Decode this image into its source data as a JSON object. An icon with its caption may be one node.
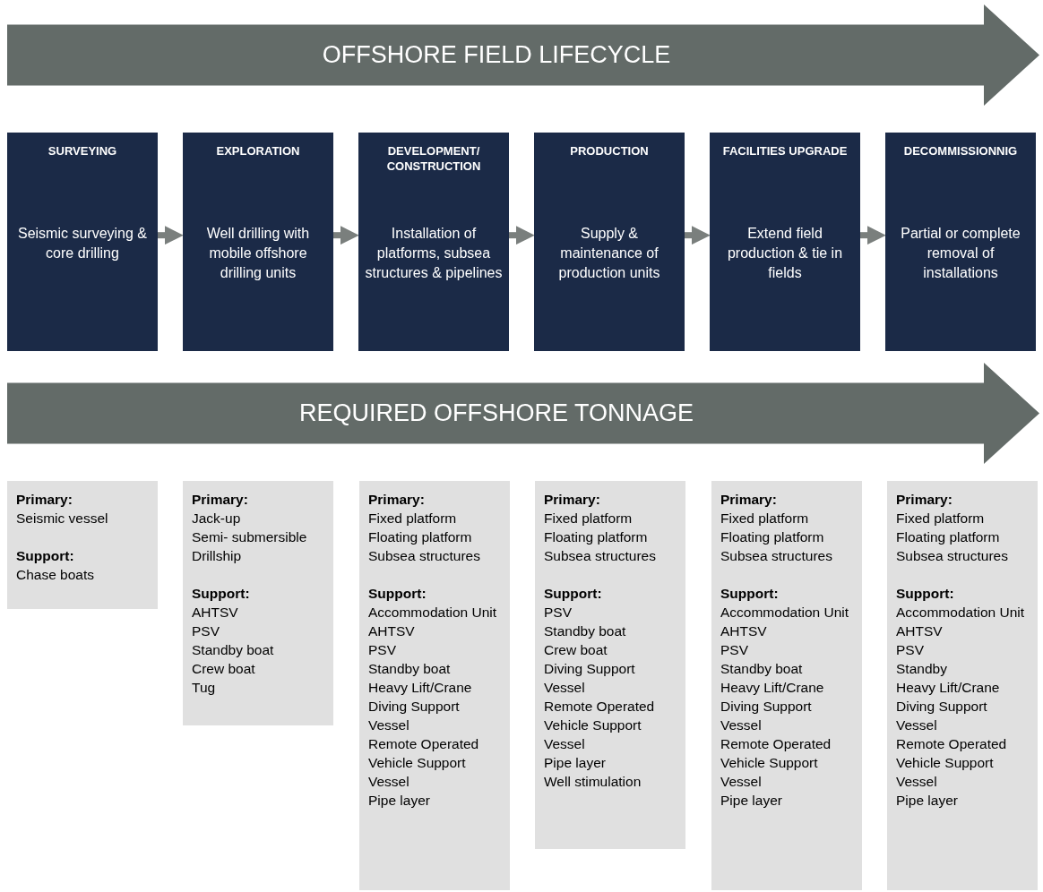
{
  "diagram": {
    "nodes": [
      {
        "text": [
          "OFFSHORE FIELD LIFECYCLE"
        ]
      },
      {
        "text": [
          "SURVEYING",
          "Seismic surveying & core drilling"
        ]
      },
      {
        "text": [
          "EXPLORATION",
          "Well drilling with mobile offshore drilling units"
        ]
      },
      {
        "text": [
          "DEVELOPMENT/ CONSTRUCTION",
          "Installation of platforms, subsea structures & pipelines"
        ]
      },
      {
        "text": [
          "PRODUCTION",
          "Supply & maintenance of production units"
        ]
      },
      {
        "text": [
          "FACILITIES UPGRADE",
          "Extend field production & tie in fields"
        ]
      },
      {
        "text": [
          "DECOMMISSIONNIG",
          "Partial or complete removal of installations"
        ]
      },
      {
        "text": [
          "REQUIRED OFFSHORE TONNAGE"
        ]
      },
      {
        "text": [
          "Primary:",
          "Seismic vessel",
          "Support:",
          "Chase boats"
        ]
      },
      {
        "text": [
          "Primary:",
          "Jack-up",
          "Semi- submersible",
          "Drillship",
          "Support:",
          "AHTSV",
          "PSV",
          "Standby boat",
          "Crew boat",
          "Tug"
        ]
      },
      {
        "text": [
          "Primary:",
          "Fixed platform",
          "Floating platform",
          "Subsea structures",
          "Support:",
          "Accommodation Unit",
          "AHTSV",
          "PSV",
          "Standby boat",
          "Heavy Lift/Crane",
          "Diving Support Vessel",
          "Remote Operated Vehicle Support Vessel",
          "Pipe layer"
        ]
      },
      {
        "text": [
          "Primary:",
          "Fixed platform",
          "Floating platform",
          "Subsea structures",
          "Support:",
          "PSV",
          "Standby boat",
          "Crew boat",
          "Diving Support Vessel",
          "Remote Operated Vehicle Support Vessel",
          "Pipe layer",
          "Well stimulation"
        ]
      },
      {
        "text": [
          "Primary:",
          "Fixed platform",
          "Floating platform",
          "Subsea structures",
          "Support:",
          "Accommodation Unit",
          "AHTSV",
          "PSV",
          "Standby boat",
          "Heavy Lift/Crane",
          "Diving Support Vessel",
          "Remote Operated Vehicle Support Vessel",
          "Pipe layer"
        ]
      },
      {
        "text": [
          "Primary:",
          "Fixed platform",
          "Floating platform",
          "Subsea structures",
          "Support:",
          "Accommodation Unit",
          "AHTSV",
          "PSV",
          "Standby",
          "Heavy Lift/Crane",
          "Diving Support Vessel",
          "Remote Operated Vehicle Support Vessel",
          "Pipe layer"
        ]
      }
    ],
    "edges": [
      {
        "from": 1,
        "to": 2,
        "arrow": "to"
      },
      {
        "from": 2,
        "to": 3,
        "arrow": "to"
      },
      {
        "from": 3,
        "to": 4,
        "arrow": "to"
      },
      {
        "from": 4,
        "to": 5,
        "arrow": "to"
      },
      {
        "from": 5,
        "to": 6,
        "arrow": "to"
      }
    ]
  }
}
